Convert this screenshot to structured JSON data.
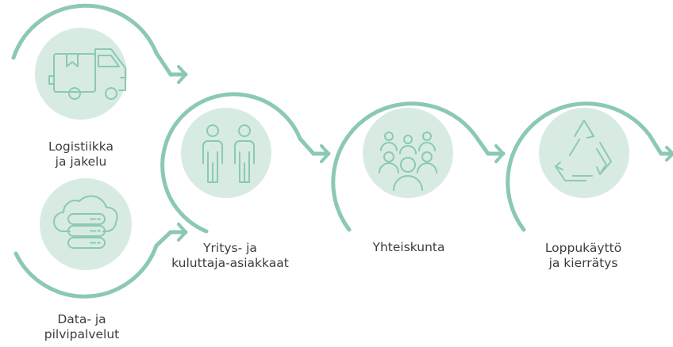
{
  "colors": {
    "ring": "#8cc9b2",
    "fill": "#d7ebe3",
    "icon": "#8cc9b2",
    "text": "#3d3d3d"
  },
  "stages": [
    {
      "id": "logistics",
      "icon": "truck-icon",
      "label_lines": [
        "Logistiikka",
        "ja jakelu"
      ]
    },
    {
      "id": "cloud",
      "icon": "cloud-server-icon",
      "label_lines": [
        "Data- ja",
        "pilvipalvelut"
      ]
    },
    {
      "id": "customers",
      "icon": "two-people-icon",
      "label_lines": [
        "Yritys- ja",
        "kuluttaja-asiakkaat"
      ]
    },
    {
      "id": "society",
      "icon": "group-icon",
      "label_lines": [
        "Yhteiskunta"
      ]
    },
    {
      "id": "end-use",
      "icon": "recycle-icon",
      "label_lines": [
        "Loppukäyttö",
        "ja kierrätys"
      ]
    }
  ]
}
